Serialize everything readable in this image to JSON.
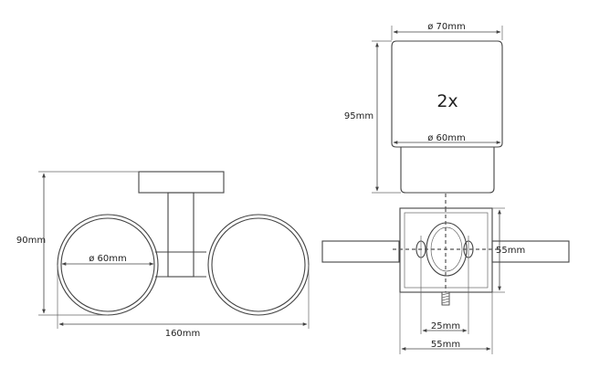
{
  "front_view": {
    "height_label": "90mm",
    "width_label": "160mm",
    "ring_diameter_label": "ø 60mm"
  },
  "top_view": {
    "cup_diameter_label": "ø 70mm",
    "cup_height_label": "95mm",
    "quantity_label": "2x",
    "cup_base_label": "ø 60mm"
  },
  "bracket_view": {
    "plate_height_label": "55mm",
    "hole_spacing_label": "25mm",
    "plate_width_label": "55mm"
  }
}
